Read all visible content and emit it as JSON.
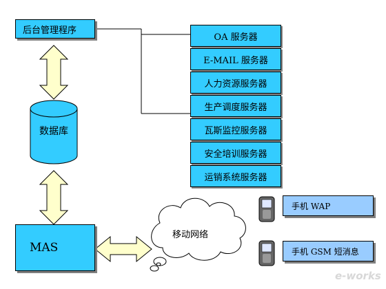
{
  "backend": {
    "label": "后台管理程序"
  },
  "database": {
    "label": "数据库"
  },
  "mas": {
    "label": "MAS"
  },
  "network": {
    "label": "移动网络"
  },
  "servers": [
    {
      "label": "OA 服务器"
    },
    {
      "label": "E-MAIL 服务器"
    },
    {
      "label": "人力资源服务器"
    },
    {
      "label": "生产调度服务器"
    },
    {
      "label": "瓦斯监控服务器"
    },
    {
      "label": "安全培训服务器"
    },
    {
      "label": "运销系统服务器"
    }
  ],
  "phones": [
    {
      "label": "手机 WAP"
    },
    {
      "label": "手机 GSM 短消息"
    }
  ],
  "watermark": {
    "text": "e-works"
  },
  "colors": {
    "box_blue": "#33ccff",
    "phone_box_blue": "#99ccff",
    "arrow_fill": "#ffffcc",
    "cylinder_fill": "#33ccff"
  }
}
